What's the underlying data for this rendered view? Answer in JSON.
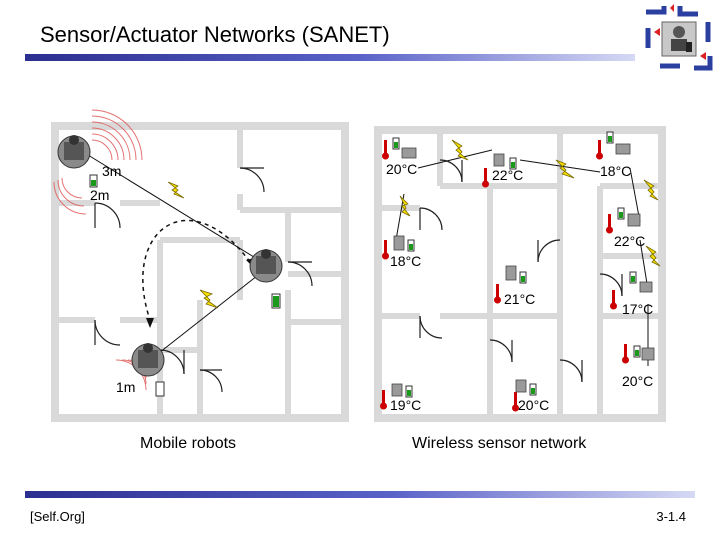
{
  "title": "Sensor/Actuator Networks (SANET)",
  "left_panel": {
    "caption": "Mobile robots",
    "range_labels": [
      "3m",
      "2m",
      "1m"
    ]
  },
  "right_panel": {
    "caption": "Wireless sensor network",
    "temperatures": [
      "20°C",
      "22°C",
      "18°C",
      "22°C",
      "18°C",
      "21°C",
      "17°C",
      "19°C",
      "20°C",
      "20°C"
    ]
  },
  "footer": {
    "left": "[Self.Org]",
    "right": "3-1.4"
  },
  "colors": {
    "title_rule": "#2b2f8f",
    "lightning": "#f5e000",
    "thermometer": "#cc0000",
    "battery": "#1a9a1a",
    "wall_grey": "#d9d9d9"
  }
}
